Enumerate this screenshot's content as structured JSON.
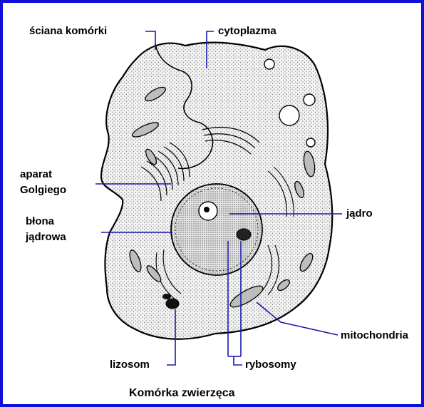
{
  "title": "Komórka zwierzęca",
  "colors": {
    "frame_border": "#1010d8",
    "background": "#ffffff",
    "cell_fill": "#f2f2f2",
    "stipple": "#222222",
    "outline": "#000000",
    "leader_lines": "#1818a8",
    "text": "#000000"
  },
  "labels": {
    "cell_wall": "ściana komórki",
    "cytoplasm": "cytoplazma",
    "golgi_line1": "aparat",
    "golgi_line2": "Golgiego",
    "membrane_line1": "błona",
    "membrane_line2": "jądrowa",
    "nucleus": "jądro",
    "mitochondria": "mitochondria",
    "lysosome": "lizosom",
    "ribosomes": "rybosomy"
  }
}
